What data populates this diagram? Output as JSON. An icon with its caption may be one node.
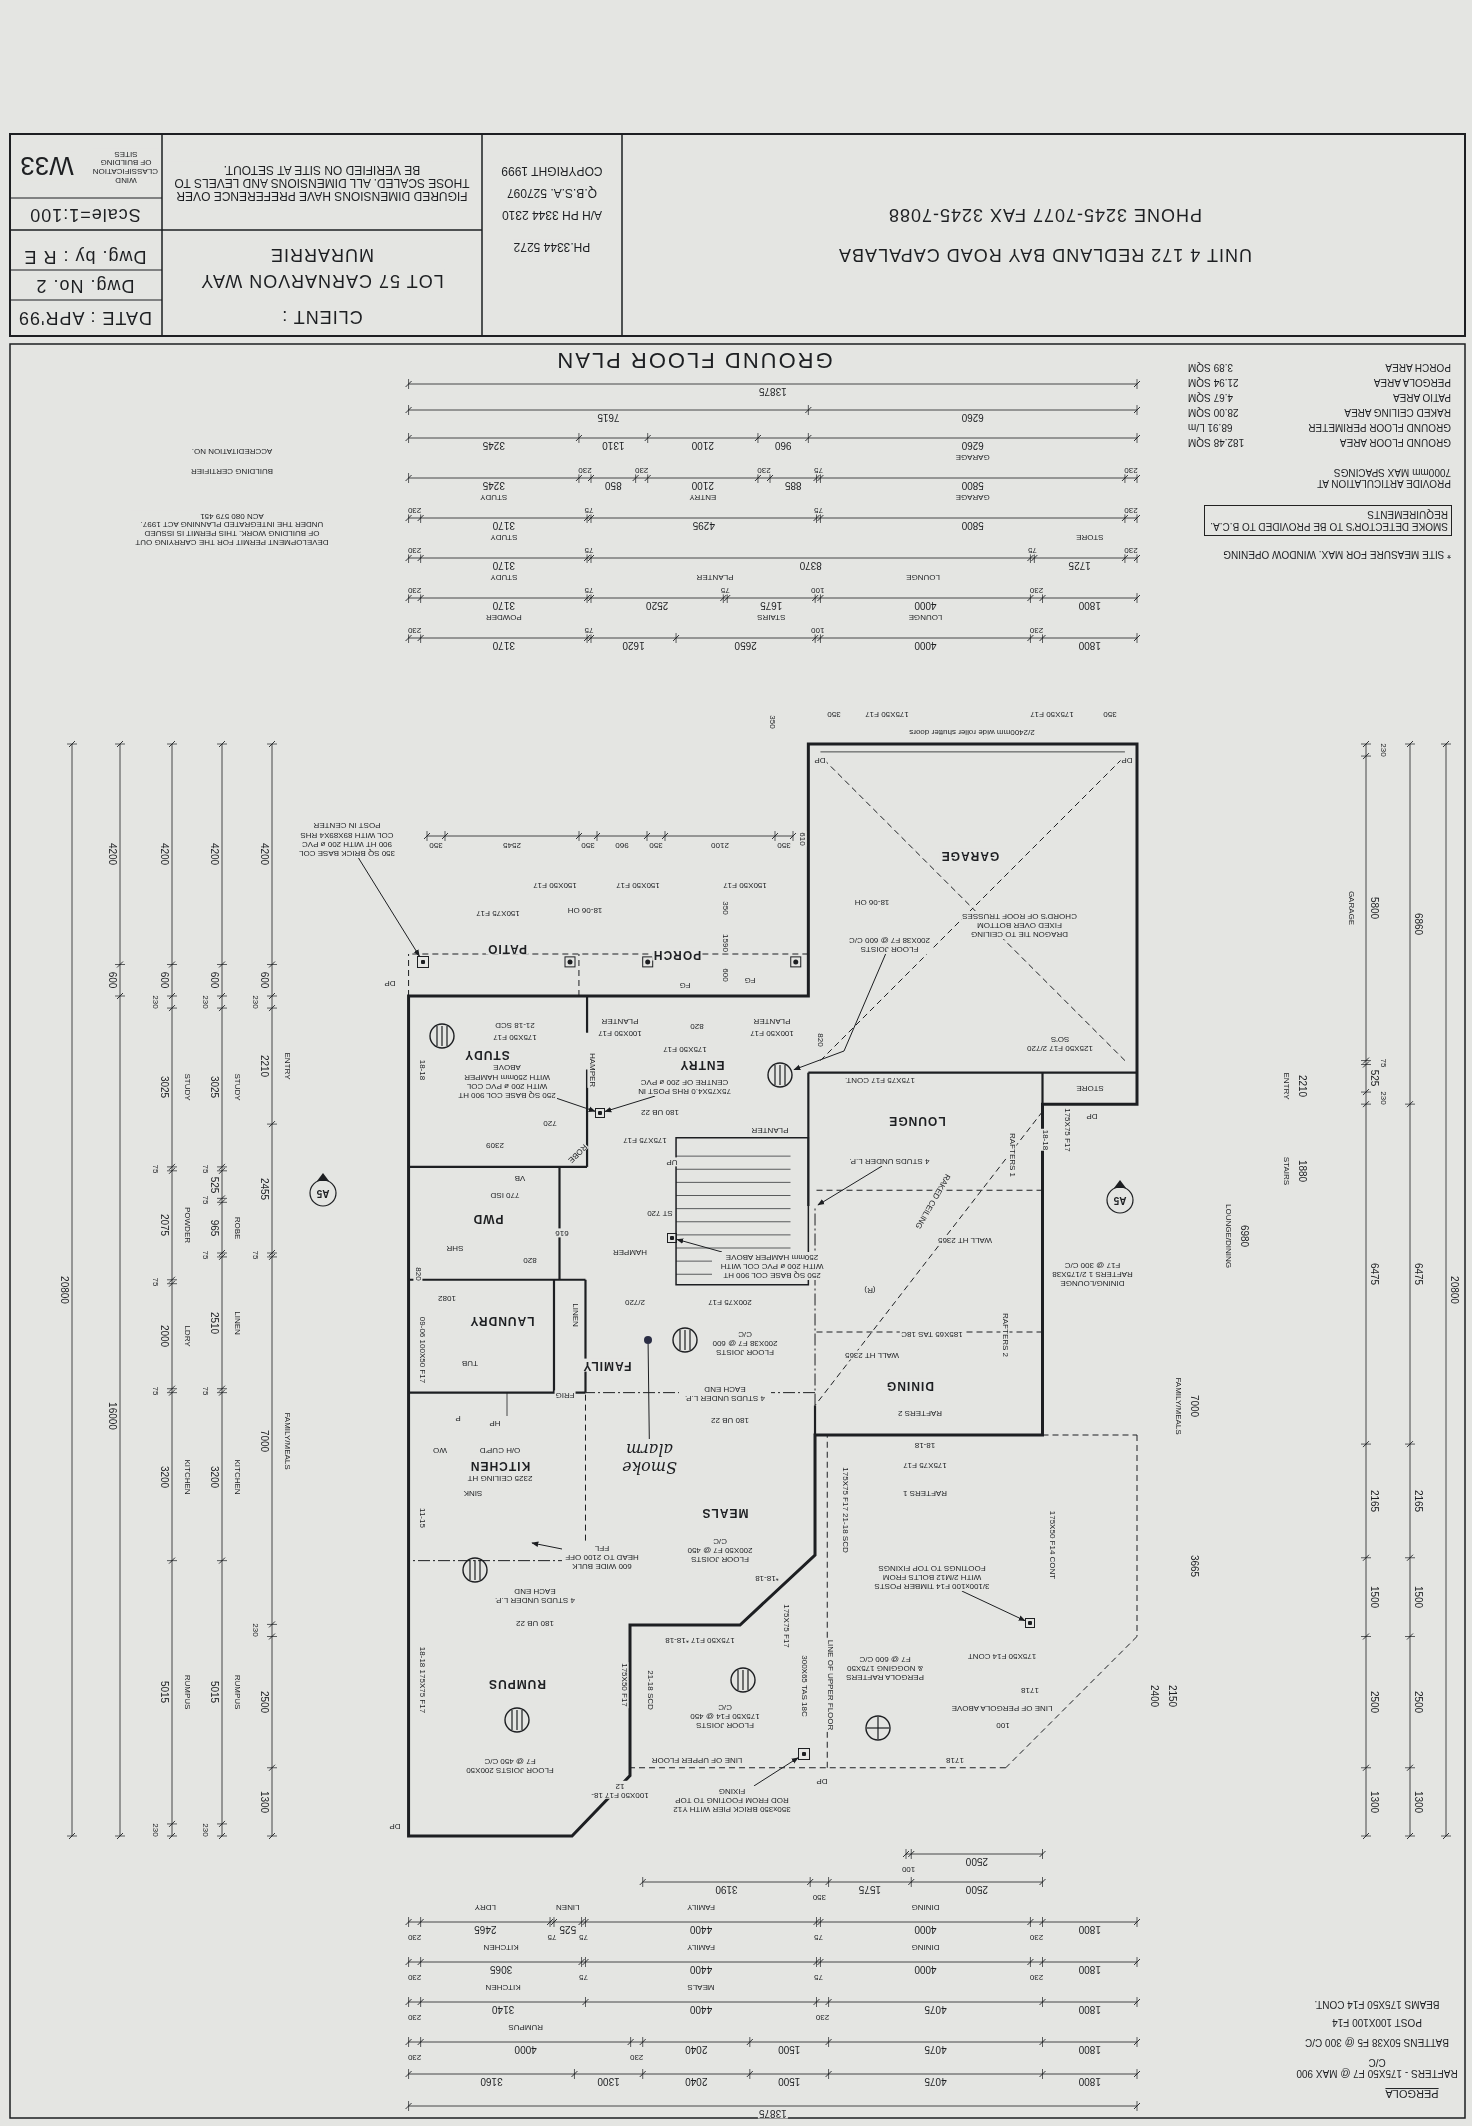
{
  "diagram": {
    "title": "GROUND FLOOR PLAN",
    "nodes": [
      {
        "text": [
          "FLOOR JOISTS 200X38 F7 @ 600 C/C"
        ]
      },
      {
        "text": [
          "75X75X4.0 RHS POST IN CENTRE OF 200 ø PVC"
        ]
      },
      {
        "text": [
          "250 SQ BASE COL 900 HT WITH 200 ø PVC COL WITH 250mm HAMPER ABOVE"
        ]
      },
      {
        "text": [
          "250 SQ BASE COL 900 HT WITH 200 ø PVC COL WITH 250mm HAMPER ABOVE"
        ]
      },
      {
        "text": [
          "4 STUDS UNDER L.P."
        ]
      },
      {
        "text": [
          "Smoke alarm"
        ]
      },
      {
        "text": [
          "600 WIDE BULK HEAD TO 2100 OFF FFL"
        ]
      },
      {
        "text": [
          "3/100x100 F14 TIMBER POSTS WITH 2/M12 BOLTS FROM FOOTINGS TO TOP FIXINGS"
        ]
      },
      {
        "text": [
          "350x350 BRICK PIER WITH Y12 ROD FROM FOOTING TO TOP FIXING"
        ]
      },
      {
        "text": [
          "350 SQ BRICK BASE COL 900 HT WITH 200 ø PVC COL WITH 89X89X4 RHS POST IN CENTER"
        ]
      },
      {
        "text": [
          "SMOKE DETECTOR'S TO BE PROVIDED TO B.C.A. REQUIREMENTS"
        ]
      },
      {
        "text": [],
        "shape": "circle"
      },
      {
        "text": [],
        "shape": "box"
      },
      {
        "text": [],
        "shape": "box"
      },
      {
        "text": [],
        "shape": "circle"
      },
      {
        "text": [],
        "shape": "box"
      },
      {
        "text": [],
        "shape": "box"
      },
      {
        "text": [],
        "shape": "box"
      },
      {
        "text": [
          "FLOOR JOISTS 175X50 F14 @ 450 C/C"
        ]
      },
      {
        "text": [
          "PERGOLA RAFTERS & NOGGING 175X50 F7 @ 600 C/C"
        ]
      },
      {
        "text": [
          "FLOOR JOISTS 200X50 F7 @ 450 C/C"
        ]
      },
      {
        "text": [
          "FLOOR JOISTS 200X38 F7 @ 600 C/C"
        ]
      },
      {
        "text": [
          "DINING/LOUNGE RAFTERS 1 2/175X38 F17 @ 300 C/C"
        ]
      },
      {
        "text": [
          "DRAGON TIE TO CEILING FIXED OVER BOTTOM CHORD'S OF ROOF TRUSSES"
        ]
      }
    ],
    "edges": [
      {
        "from": 0,
        "to": 11,
        "arrow": "to"
      },
      {
        "from": 1,
        "to": 12,
        "arrow": "to"
      },
      {
        "from": 2,
        "to": 12,
        "arrow": "to"
      },
      {
        "from": 3,
        "to": 13,
        "arrow": "to"
      },
      {
        "from": 4,
        "to": null,
        "arrow": "to"
      },
      {
        "from": 5,
        "to": 14,
        "arrow": "none"
      },
      {
        "from": 6,
        "to": null,
        "arrow": "to"
      },
      {
        "from": 7,
        "to": 15,
        "arrow": "to"
      },
      {
        "from": 8,
        "to": 16,
        "arrow": "to"
      },
      {
        "from": 9,
        "to": 17,
        "arrow": "to"
      }
    ],
    "labels": [
      "PERGOLA",
      "RAFTERS - 175X50 F7 @ MAX 900 C/C",
      "BATTENS 50X38 F5 @ 300 C/C",
      "POST 100X100 F14",
      "BEAMS 175X50 F14 CONT.",
      "13875",
      "1800",
      "4075",
      "1500",
      "2040",
      "1300",
      "3160",
      "1800",
      "4075",
      "1500",
      "2040",
      "230",
      "4000",
      "230",
      "RUMPUS",
      "1800",
      "4075",
      "230",
      "4400",
      "3140",
      "230",
      "MEALS",
      "KITCHEN",
      "1800",
      "230",
      "4000",
      "75",
      "4400",
      "75",
      "3065",
      "230",
      "DINING",
      "FAMILY",
      "KITCHEN",
      "1800",
      "230",
      "4000",
      "75",
      "4400",
      "75",
      "525",
      "75",
      "2465",
      "230",
      "DINING",
      "FAMILY",
      "LINEN",
      "LDRY",
      "2500",
      "1575",
      "350",
      "3190",
      "2500",
      "100",
      "20800",
      "1300",
      "2500",
      "1500",
      "2165",
      "6475",
      "6860",
      "1300",
      "2500",
      "1500",
      "2165",
      "6475",
      "230",
      "525",
      "75",
      "5800",
      "230",
      "GARAGE",
      "1300",
      "2500",
      "230",
      "7000",
      "75",
      "2455",
      "2210",
      "230",
      "600",
      "4200",
      "FAMILY/MEALS",
      "ENTRY",
      "230",
      "5015",
      "3200",
      "75",
      "2510",
      "75",
      "965",
      "75",
      "525",
      "75",
      "3025",
      "230",
      "600",
      "4200",
      "RUMPUS",
      "KITCHEN",
      "LINEN",
      "ROBE",
      "STUDY",
      "230",
      "5015",
      "3200",
      "75",
      "2000",
      "75",
      "2075",
      "75",
      "3025",
      "230",
      "600",
      "4200",
      "RUMPUS",
      "KITCHEN",
      "LDRY",
      "POWDER",
      "STUDY",
      "16000",
      "600",
      "4200",
      "20800",
      "2210",
      "ENTRY",
      "1880",
      "STAIRS",
      "6980",
      "LOUNGE/DINING",
      "7000",
      "FAMILY/MEALS",
      "3665",
      "2150",
      "2400",
      "DP",
      "100X50 F17 18-12",
      "FLOOR JOISTS 200X50 F7 @ 450 C/C",
      "LINE OF UPPER FLOOR",
      "DP",
      "1718",
      "100",
      "1718",
      "LINE OF PERGOLA ABOVE",
      "175X50 F14 CONT",
      "RUMPUS",
      "18-18 175X75 F17",
      "LINE OF UPPER FLOOR",
      "300X65 TAS 18C",
      "175X75 F17",
      "*18-18",
      "175X50 F17 *18-18",
      "21-18 SCD",
      "175X50 F17",
      "180 UB 22",
      "4 STUDS UNDER L.P. EACH END",
      "11-15",
      "MEALS",
      "175X75 F17 21-18 SCD",
      "175X50 F14 CONT",
      "RAFTERS 1",
      "SINK",
      "2325 CEILING HT",
      "KITCHEN",
      "175X75 F17",
      "O/H CUP'D",
      "WO",
      "18-18",
      "HP",
      "P",
      "180 UB 22",
      "RAFTERS 2",
      "FRIG",
      "4 STUDS UNDER L.P. EACH END",
      "DINING",
      "TUB",
      "FAMILY",
      "WALL HT 2365",
      "185X65 TAS 18C",
      "RAFTERS 2",
      "09-06 100X50 F17",
      "LAUNDRY",
      "LINEN",
      "2/720",
      "200X75 F17",
      "1082",
      "820",
      "(R)",
      "820",
      "HAMPER",
      "SHR",
      "WALL HT 2365",
      "616",
      "PWD",
      "ST 720",
      "A5",
      "RAKED CEILING",
      "770 ISD",
      "VB",
      "UP",
      "RAFTERS 1",
      "ROBE",
      "2309",
      "175X75 F17",
      "18-18",
      "PLANTER",
      "175X75 F17",
      "720",
      "LOUNGE",
      "180 UB 22",
      "DP",
      "175X75 F17 CONT.",
      "STORE",
      "HAMPER",
      "ENTRY",
      "18-18",
      "STUDY",
      "175X50 F17",
      "125X50 F17 2/720 SO'S",
      "175X50 F17",
      "21-18 SCD",
      "100X50 F17",
      "PLANTER",
      "100X50 F17",
      "PLANTER",
      "820",
      "820",
      "FG",
      "FG",
      "600",
      "PORCH",
      "PATIO",
      "1590",
      "DP",
      "150X75 F17",
      "18-06 OH",
      "350",
      "18-06 OH",
      "150X50 F17",
      "150X50 F17",
      "150X50 F17",
      "GARAGE",
      "350",
      "2100",
      "350",
      "960",
      "350",
      "2545",
      "350",
      "610",
      "DP",
      "DP",
      "2/2400mm wide roller shutter doors",
      "350",
      "175X50 F17",
      "175X50 F17",
      "350",
      "350",
      "A5",
      "1800",
      "230",
      "4000",
      "100",
      "2650",
      "1620",
      "75",
      "3170",
      "230",
      "1800",
      "230",
      "4000",
      "100",
      "1675",
      "75",
      "2520",
      "75",
      "3170",
      "230",
      "LOUNGE",
      "STAIRS",
      "POWDER",
      "230",
      "1725",
      "75",
      "8370",
      "75",
      "3170",
      "230",
      "LOUNGE",
      "PLANTER",
      "STUDY",
      "230",
      "5800",
      "75",
      "4295",
      "75",
      "3170",
      "230",
      "STORE",
      "STUDY",
      "230",
      "5800",
      "75",
      "885",
      "230",
      "2100",
      "230",
      "850",
      "230",
      "3245",
      "GARAGE",
      "ENTRY",
      "STUDY",
      "6260",
      "960",
      "2100",
      "1310",
      "3245",
      "GARAGE",
      "6260",
      "7615",
      "13875",
      "* SITE MEASURE FOR MAX. WINDOW OPENING",
      "PROVIDE ARTICULATION AT 7000mm MAX SPACINGS",
      "GROUND FLOOR AREA",
      "182.48 SQM",
      "GROUND FLOOR PERIMETER",
      "68.91 L/m",
      "RAKED CEILING AREA",
      "28.00 SQM",
      "PATIO AREA",
      "4.67 SQM",
      "PERGOLA AREA",
      "21.94 SQM",
      "PORCH AREA",
      "3.89 SQM",
      "DEVELOPMENT PERMIT FOR THE CARRYING OUT OF BUILDING WORK. THIS PERMIT IS ISSUED UNDER THE INTEGRATED PLANNING ACT 1997. ACN 080 579 451",
      "BUILDING CERTIFIER",
      "ACCREDITATION NO.",
      "UNIT 4 172 REDLAND BAY ROAD CAPALABA",
      "PHONE 3245-7077 FAX 3245-7088",
      "PH.3344 5272",
      "A/H PH 3344 2310",
      "Q.B.S.A. 527097",
      "COPYRIGHT 1999",
      "CLIENT :",
      "LOT 57 CARNARVON WAY",
      "MURARRIE",
      "FIGURED DIMENSIONS HAVE PREFERENCE OVER THOSE SCALED. ALL DIMENSIONS AND LEVELS TO BE VERIFIED ON SITE AT SETOUT.",
      "DATE : APR'99",
      "Dwg. No. 2",
      "Dwg. by : R E",
      "Scale=1:100",
      "WIND CLASSIFICATION OF BUILDING SITES",
      "W33"
    ]
  }
}
